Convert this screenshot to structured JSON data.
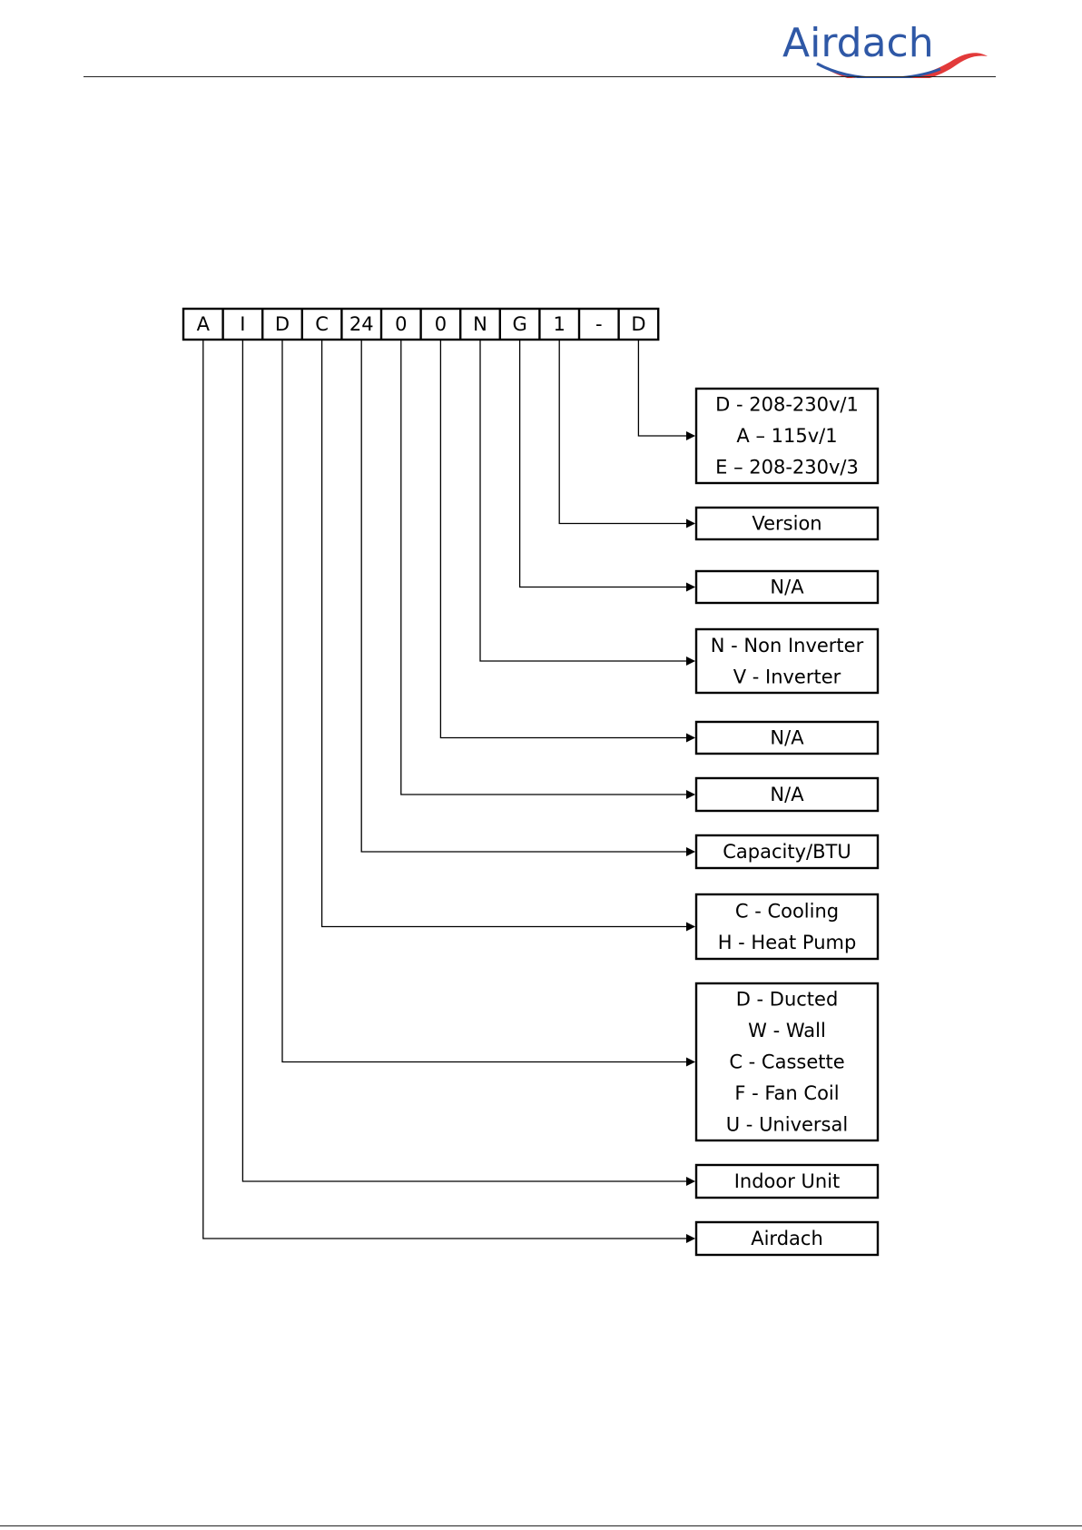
{
  "header": {
    "brand": "Airdach",
    "colors": {
      "brand_blue": "#2f58a6",
      "brand_red": "#e23a3a"
    }
  },
  "model_code": {
    "segments": [
      "A",
      "I",
      "D",
      "C",
      "24",
      "0",
      "0",
      "N",
      "G",
      "1",
      "-",
      "D"
    ]
  },
  "legend": [
    {
      "segment": 11,
      "lines": [
        "D - 208-230v/1",
        "A – 115v/1",
        "E – 208-230v/3"
      ]
    },
    {
      "segment": 9,
      "lines": [
        "Version"
      ]
    },
    {
      "segment": 8,
      "lines": [
        "N/A"
      ]
    },
    {
      "segment": 7,
      "lines": [
        "N - Non Inverter",
        "V - Inverter"
      ]
    },
    {
      "segment": 6,
      "lines": [
        "N/A"
      ]
    },
    {
      "segment": 5,
      "lines": [
        "N/A"
      ]
    },
    {
      "segment": 4,
      "lines": [
        "Capacity/BTU"
      ]
    },
    {
      "segment": 3,
      "lines": [
        "C - Cooling",
        "H - Heat Pump"
      ]
    },
    {
      "segment": 2,
      "lines": [
        "D - Ducted",
        "W - Wall",
        "C - Cassette",
        "F - Fan Coil",
        "U - Universal"
      ]
    },
    {
      "segment": 1,
      "lines": [
        "Indoor Unit"
      ]
    },
    {
      "segment": 0,
      "lines": [
        "Airdach"
      ]
    }
  ]
}
